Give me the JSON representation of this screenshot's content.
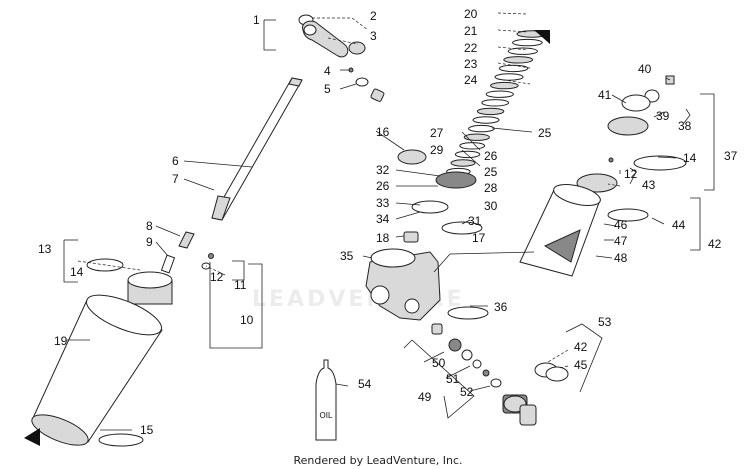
{
  "watermark": "LEADVENTURE",
  "footer": "Rendered by LeadVenture, Inc.",
  "oil_label": "OIL",
  "callouts": {
    "c1": "1",
    "c2": "2",
    "c3": "3",
    "c4": "4",
    "c5": "5",
    "c6": "6",
    "c7": "7",
    "c8": "8",
    "c9": "9",
    "c10": "10",
    "c11": "11",
    "c12": "12",
    "c12b": "12",
    "c13": "13",
    "c14": "14",
    "c14b": "14",
    "c15": "15",
    "c16": "16",
    "c17": "17",
    "c18": "18",
    "c19": "19",
    "c20": "20",
    "c21": "21",
    "c22": "22",
    "c23": "23",
    "c24": "24",
    "c25": "25",
    "c25b": "25",
    "c26": "26",
    "c26b": "26",
    "c27": "27",
    "c28": "28",
    "c29": "29",
    "c30": "30",
    "c31": "31",
    "c32": "32",
    "c33": "33",
    "c34": "34",
    "c35": "35",
    "c36": "36",
    "c37": "37",
    "c38": "38",
    "c39": "39",
    "c40": "40",
    "c41": "41",
    "c42": "42",
    "c42b": "42",
    "c43": "43",
    "c44": "44",
    "c45": "45",
    "c46": "46",
    "c47": "47",
    "c48": "48",
    "c49": "49",
    "c50": "50",
    "c51": "51",
    "c52": "52",
    "c53": "53",
    "c54": "54"
  }
}
